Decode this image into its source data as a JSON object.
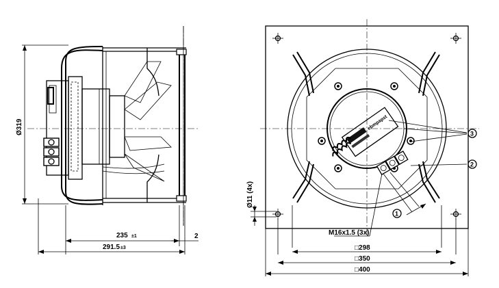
{
  "side_view": {
    "diameter_label": "Ø319",
    "depth_label_main": "235",
    "depth_tol_main": "±1",
    "depth_label_total": "291.5",
    "depth_tol_total": "±3",
    "flange_label": "2"
  },
  "front_view": {
    "hole_label": "Ø11 (4x)",
    "thread_label": "M16x1.5 (3x)",
    "dim_298": "□298",
    "dim_350": "□350",
    "dim_400": "□400",
    "callout_1": "1",
    "callout_2": "2",
    "callout_3": "3",
    "brand_text": "ebmpapst"
  }
}
